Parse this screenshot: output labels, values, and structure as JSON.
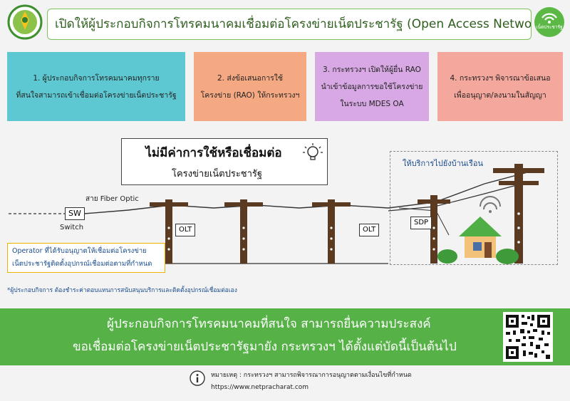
{
  "header": {
    "title": "เปิดให้ผู้ประกอบกิจการโทรคมนาคมเชื่อมต่อโครงข่ายเน็ตประชารัฐ (Open Access Network)",
    "logo_right_label": "เน็ตประชารัฐ"
  },
  "steps": [
    {
      "line1": "1. ผู้ประกอบกิจการโทรคมนาคมทุกราย",
      "line2": "ที่สนใจสามารถเข้าเชื่อมต่อโครงข่ายเน็ตประชารัฐ",
      "line3": "",
      "color": "#5ec8d2"
    },
    {
      "line1": "2. ส่งข้อเสนอการใช้",
      "line2": "โครงข่าย (RAO) ให้กระทรวงฯ",
      "line3": "",
      "color": "#f4a983"
    },
    {
      "line1": "3. กระทรวงฯ เปิดให้ผู้ยื่น RAO",
      "line2": "นำเข้าข้อมูลการขอใช้โครงข่าย",
      "line3": "ในระบบ MDES OA",
      "color": "#d7a8e3"
    },
    {
      "line1": "4. กระทรวงฯ พิจารณาข้อเสนอ",
      "line2": "เพื่ออนุญาต/ลงนามในสัญญา",
      "line3": "",
      "color": "#f4a79c"
    }
  ],
  "callout": {
    "title": "ไม่มีค่าการใช้หรือเชื่อมต่อ",
    "subtitle": "โครงข่ายเน็ตประชารัฐ"
  },
  "diagram": {
    "home_label": "ให้บริการไปยังบ้านเรือน",
    "fiber_label": "สาย Fiber Optic",
    "sw_label": "SW",
    "switch_label": "Switch",
    "olt_label_1": "OLT",
    "olt_label_2": "OLT",
    "sdp_label": "SDP"
  },
  "operator": {
    "line1": "Operator ที่ได้รับอนุญาตให้เชื่อมต่อโครงข่าย",
    "line2": "เน็ตประชารัฐติดตั้งอุปกรณ์เชื่อมต่อตามที่กำหนด"
  },
  "footnote": "*ผู้ประกอบกิจการ ต้องชำระค่าตอบแทนการสนับสนุนบริการและติดตั้งอุปกรณ์เชื่อมต่อเอง",
  "banner": {
    "line1": "ผู้ประกอบกิจการโทรคมนาคมที่สนใจ สามารถยื่นความประสงค์",
    "line2": "ขอเชื่อมต่อโครงข่ายเน็ตประชารัฐมายัง กระทรวงฯ ได้ตั้งแต่บัดนี้เป็นต้นไป"
  },
  "notes": {
    "remark": "หมายเหตุ : กระทรวงฯ สามารถพิจารณาการอนุญาตตามเงื่อนไขที่กำหนด",
    "url": "https://www.netpracharat.com"
  },
  "colors": {
    "banner": "#56b247",
    "accent_text": "#1a4b8c"
  }
}
